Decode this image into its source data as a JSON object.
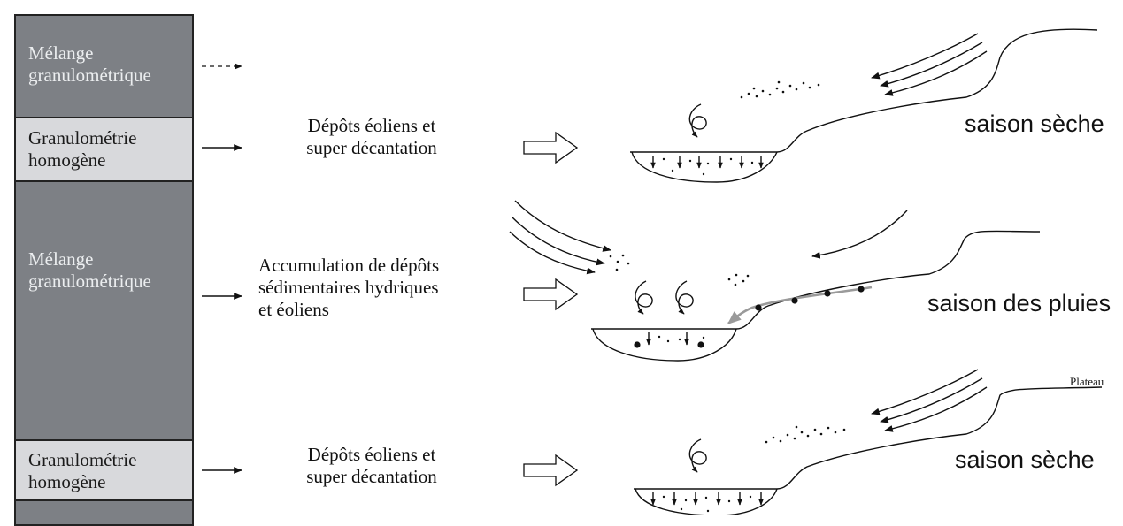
{
  "layers": [
    {
      "id": "mixed-1",
      "label_lines": [
        "Mélange",
        "granulométrique"
      ]
    },
    {
      "id": "homo-1",
      "label_lines": [
        "Granulométrie",
        "homogène"
      ]
    },
    {
      "id": "mixed-2",
      "label_lines": [
        "Mélange",
        "granulométrique"
      ]
    },
    {
      "id": "homo-2",
      "label_lines": [
        "Granulométrie",
        "homogène"
      ]
    }
  ],
  "processes": [
    {
      "id": "proc-dry-1",
      "lines": [
        "Dépôts éoliens et",
        "super décantation"
      ]
    },
    {
      "id": "proc-rain",
      "lines": [
        "Accumulation de dépôts",
        "sédimentaires hydriques",
        "et éoliens"
      ]
    },
    {
      "id": "proc-dry-2",
      "lines": [
        "Dépôts éoliens et",
        "super décantation"
      ]
    }
  ],
  "seasons": {
    "dry_1": "saison sèche",
    "rain": "saison des pluies",
    "dry_2": "saison sèche"
  },
  "plateau_label": "Plateau",
  "colors": {
    "mixed_fill": "#7d8085",
    "homogeneous_fill": "#d8d9dc",
    "runoff_arrow": "#9a9a9a"
  }
}
